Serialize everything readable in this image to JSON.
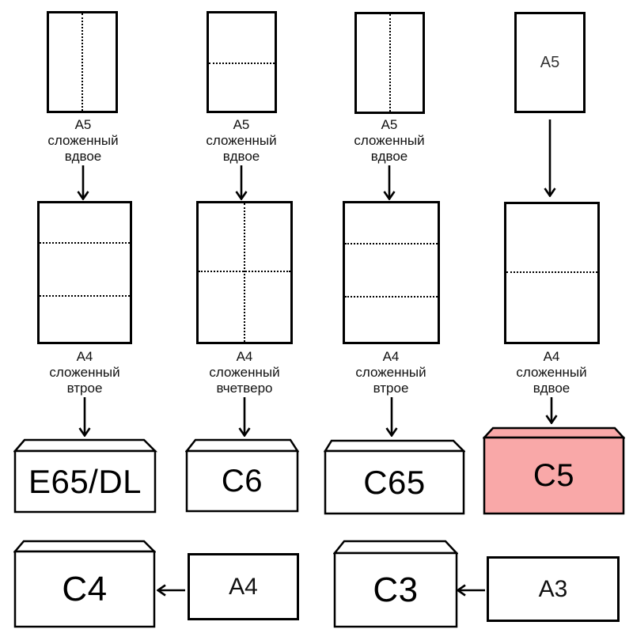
{
  "colors": {
    "line": "#000000",
    "paper_fill": "#ffffff",
    "highlight_fill": "#f9a8a8"
  },
  "columns": [
    {
      "a5_caption": [
        "A5",
        "сложенный",
        "вдвое"
      ],
      "a4_caption": [
        "A4",
        "сложенный",
        "втрое"
      ],
      "envelope_label": "E65/DL"
    },
    {
      "a5_caption": [
        "A5",
        "сложенный",
        "вдвое"
      ],
      "a4_caption": [
        "A4",
        "сложенный",
        "вчетверо"
      ],
      "envelope_label": "C6"
    },
    {
      "a5_caption": [
        "A5",
        "сложенный",
        "вдвое"
      ],
      "a4_caption": [
        "A4",
        "сложенный",
        "втрое"
      ],
      "envelope_label": "C65"
    },
    {
      "a5_inline_label": "A5",
      "a4_caption": [
        "A4",
        "сложенный",
        "вдвое"
      ],
      "envelope_label": "C5"
    }
  ],
  "bottom_row": [
    {
      "envelope_label": "C4",
      "source_label": "A4"
    },
    {
      "envelope_label": "C3",
      "source_label": "A3"
    }
  ]
}
